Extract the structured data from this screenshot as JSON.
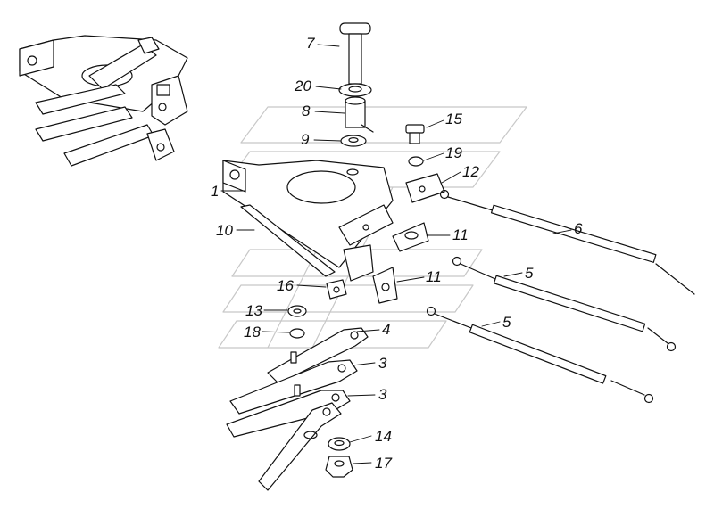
{
  "callouts": {
    "c7": "7",
    "c20": "20",
    "c8": "8",
    "c9": "9",
    "c15": "15",
    "c19": "19",
    "c12": "12",
    "c1": "1",
    "c10": "10",
    "c11a": "11",
    "c6": "6",
    "c5a": "5",
    "c16": "16",
    "c11b": "11",
    "c13": "13",
    "c18": "18",
    "c4": "4",
    "c5b": "5",
    "c3a": "3",
    "c3b": "3",
    "c14": "14",
    "c17": "17"
  },
  "colors": {
    "line": "#111111",
    "watermark": "#c8c8c8",
    "hole": "#111111"
  }
}
